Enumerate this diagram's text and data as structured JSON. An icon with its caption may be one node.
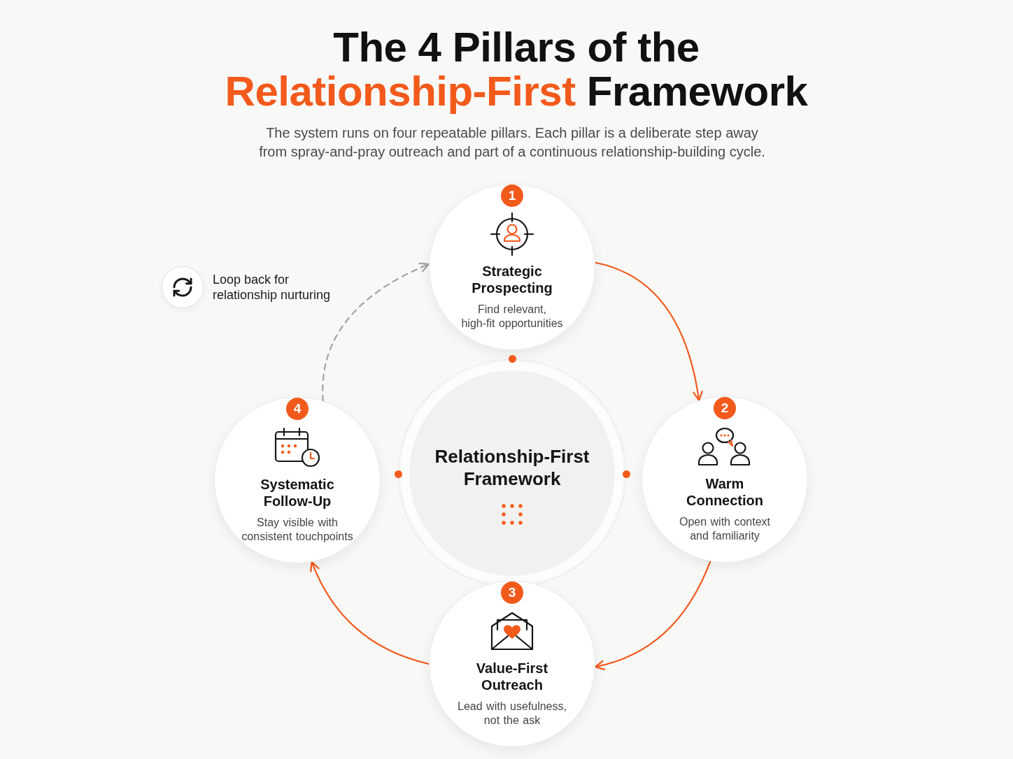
{
  "diagram": {
    "title": "The 4 Pillars of the **Relationship-First** Framework",
    "nodes": [
      {
        "text": [
          "1",
          "Strategic Prospecting",
          "Find relevant, high-fit opportunities"
        ]
      },
      {
        "text": [
          "2",
          "Warm Connection",
          "Open with context and familiarity"
        ]
      },
      {
        "text": [
          "3",
          "Value-First Outreach",
          "Lead with usefulness, not the ask"
        ]
      },
      {
        "text": [
          "4",
          "Systematic Follow-Up",
          "Stay visible with consistent touchpoints"
        ]
      },
      {
        "text": [
          "Relationship-First Framework"
        ]
      }
    ],
    "edges": [
      {
        "from": 0,
        "to": 1,
        "arrow": "to"
      },
      {
        "from": 1,
        "to": 2,
        "arrow": "to"
      },
      {
        "from": 2,
        "to": 3,
        "arrow": "to"
      },
      {
        "from": 3,
        "to": 0,
        "arrow": "to",
        "style": "dashed",
        "color": "#a3a3a3"
      }
    ],
    "labels": [
      "The system runs on four repeatable pillars. Each pillar is a deliberate step away from spray-and-pray outreach and part of a continuous relationship-building cycle.",
      "Loop back for relationship nurturing"
    ]
  }
}
